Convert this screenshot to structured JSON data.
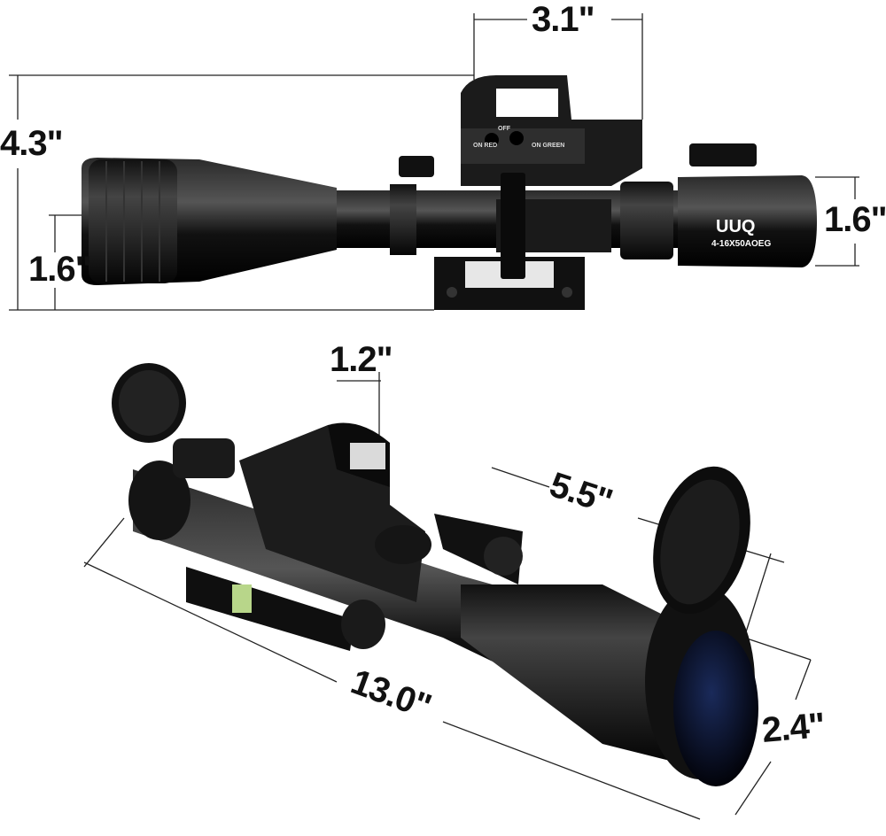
{
  "dimensions": {
    "top_reddot_width": "3.1\"",
    "overall_height": "4.3\"",
    "left_objective_height": "1.6\"",
    "right_eyepiece_height": "1.6\"",
    "reddot_height": "1.2\"",
    "objective_length": "5.5\"",
    "overall_length": "13.0\"",
    "objective_diameter": "2.4\""
  },
  "scope_markings": {
    "brand": "UUQ",
    "model": "4-16X50AOEG",
    "reddot_off": "OFF",
    "reddot_on_red": "ON RED",
    "reddot_on_green": "ON GREEN"
  },
  "colors": {
    "body": "#0d0d0d",
    "highlight": "#3a3a3a",
    "line": "#222222"
  }
}
